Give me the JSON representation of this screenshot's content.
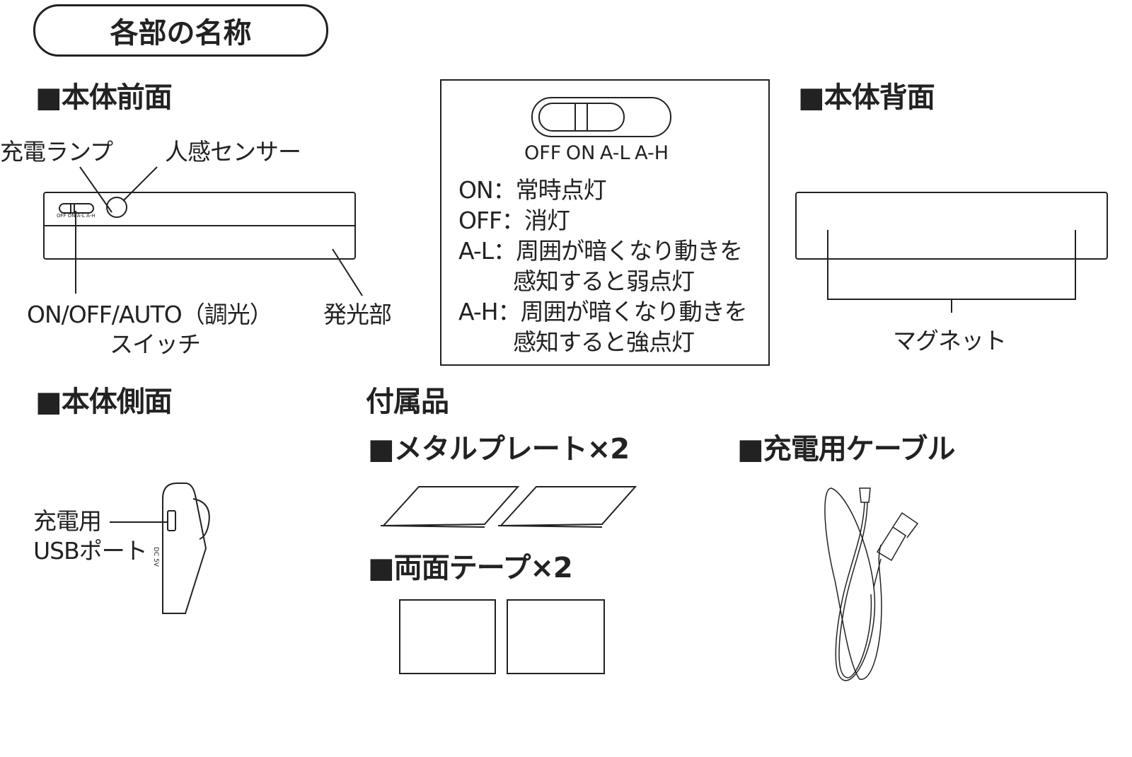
{
  "title": "各部の名称",
  "front": {
    "heading": "■本体前面",
    "charge_lamp": "充電ランプ",
    "sensor": "人感センサー",
    "switch_label_1": "ON/OFF/AUTO（調光）",
    "switch_label_2": "スイッチ",
    "light": "発光部",
    "mini_switch_text": "OFF ON A-L A-H"
  },
  "modes": {
    "switch_positions": "OFF ON  A-L A-H",
    "lines": [
      "ON：常時点灯",
      "OFF：消灯",
      "A-L：周囲が暗くなり動きを",
      "感知すると弱点灯",
      "A-H：周囲が暗くなり動きを",
      "感知すると強点灯"
    ]
  },
  "back": {
    "heading": "■本体背面",
    "magnet": "マグネット"
  },
  "side": {
    "heading": "■本体側面",
    "port_label_1": "充電用",
    "port_label_2": "USBポート",
    "dc_text": "DC 5V"
  },
  "accessories": {
    "heading": "付属品",
    "metal_plate": "■メタルプレート×2",
    "tape": "■両面テープ×2",
    "cable": "■充電用ケーブル"
  }
}
